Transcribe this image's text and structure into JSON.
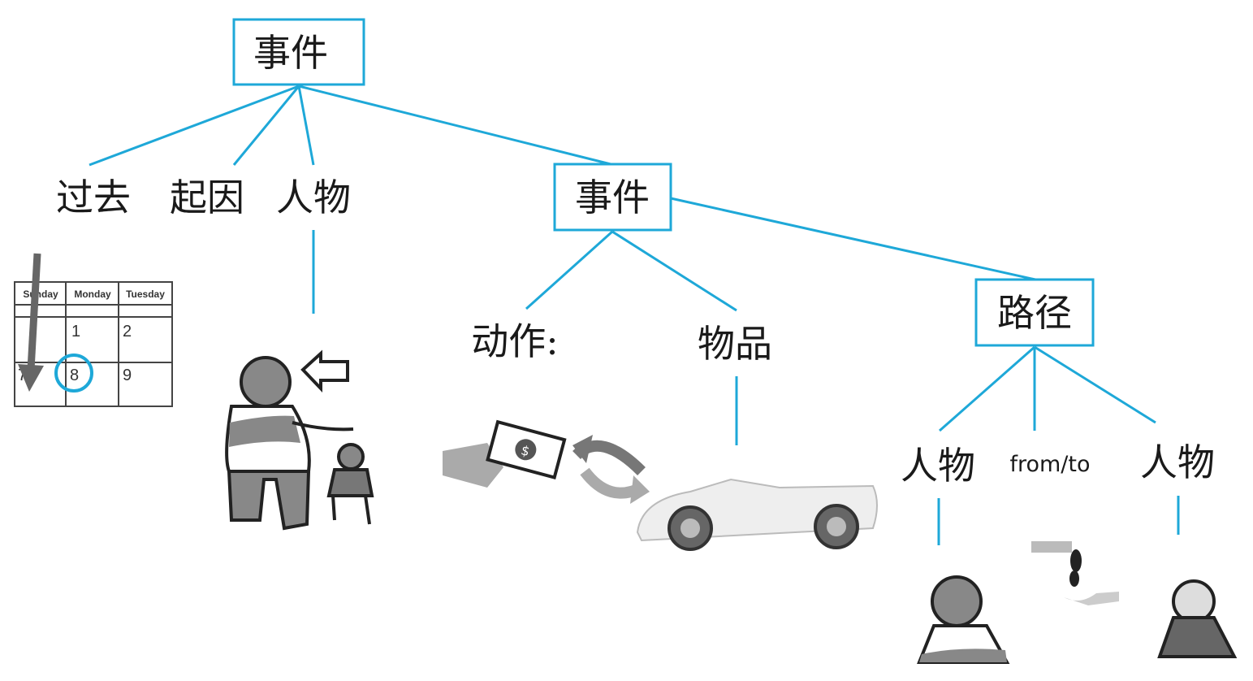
{
  "colors": {
    "accent": "#1ea8d8",
    "figure_gray": "#808080"
  },
  "root": {
    "label": "事件",
    "children": [
      "过去",
      "起因",
      "人物"
    ]
  },
  "sub_event": {
    "label": "事件",
    "action": "动作:",
    "object": "物品"
  },
  "path": {
    "label": "路径",
    "person_left": "人物",
    "from_to": "from/to",
    "person_right": "人物"
  },
  "calendar": {
    "headers": [
      "Sunday",
      "Monday",
      "Tuesday"
    ],
    "row1": [
      "",
      "1",
      "2"
    ],
    "row2": [
      "7",
      "8",
      "9"
    ],
    "highlighted": "8"
  }
}
